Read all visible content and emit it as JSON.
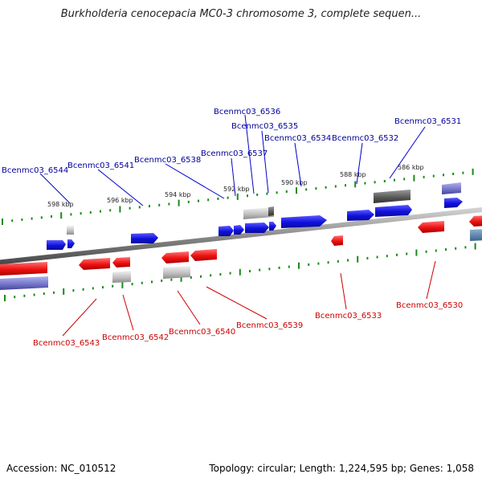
{
  "title": "Burkholderia cenocepacia MC0-3 chromosome 3, complete sequen...",
  "footer": {
    "accession": "Accession: NC_010512",
    "topology": "Topology: circular; Length: 1,224,595 bp; Genes: 1,058"
  },
  "colors": {
    "forward_gene": "#1010dd",
    "reverse_gene": "#ee1111",
    "forward_label": "#000099",
    "reverse_label": "#cc0000",
    "other_feature": "#7777cc",
    "pseudo_feature": "#aaaaaa",
    "tick": "#1a8a1a",
    "backbone": "#888888"
  },
  "kbp_ticks": [
    "598 kbp",
    "596 kbp",
    "594 kbp",
    "592 kbp",
    "590 kbp",
    "588 kbp",
    "586 kbp"
  ],
  "forward_labels": [
    "Bcenmc03_6544",
    "Bcenmc03_6541",
    "Bcenmc03_6538",
    "Bcenmc03_6537",
    "Bcenmc03_6536",
    "Bcenmc03_6535",
    "Bcenmc03_6534",
    "Bcenmc03_6532",
    "Bcenmc03_6531"
  ],
  "reverse_labels": [
    "Bcenmc03_6543",
    "Bcenmc03_6542",
    "Bcenmc03_6540",
    "Bcenmc03_6539",
    "Bcenmc03_6533",
    "Bcenmc03_6530"
  ]
}
